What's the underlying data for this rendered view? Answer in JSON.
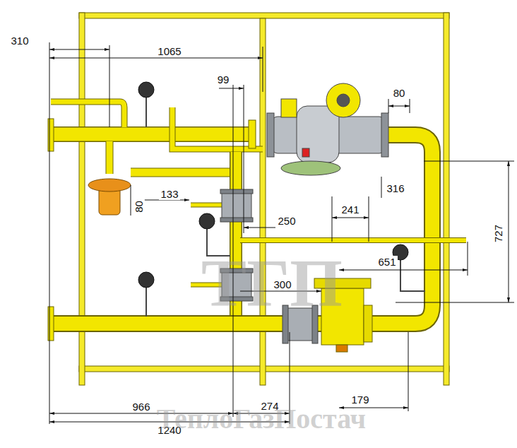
{
  "diagram": {
    "labels": [
      "310",
      "1065",
      "99",
      "80",
      "133",
      "80",
      "316",
      "727",
      "250",
      "241",
      "651",
      "300",
      "966",
      "274",
      "179",
      "1240",
      "ТГП",
      "ТеплоГазПостач"
    ]
  }
}
